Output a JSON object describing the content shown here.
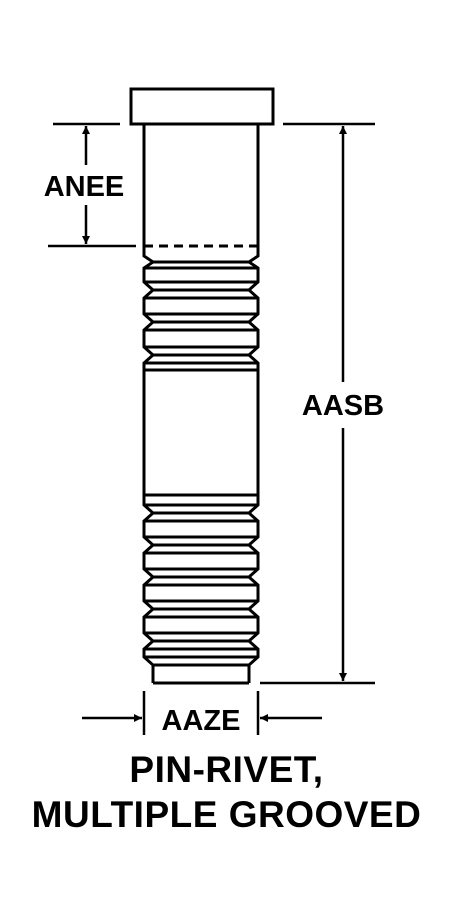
{
  "dimensions": {
    "head_length": "ANEE",
    "overall_length": "AASB",
    "shank_diameter": "AAZE"
  },
  "caption": {
    "line1": "PIN-RIVET,",
    "line2": "MULTIPLE GROOVED"
  }
}
